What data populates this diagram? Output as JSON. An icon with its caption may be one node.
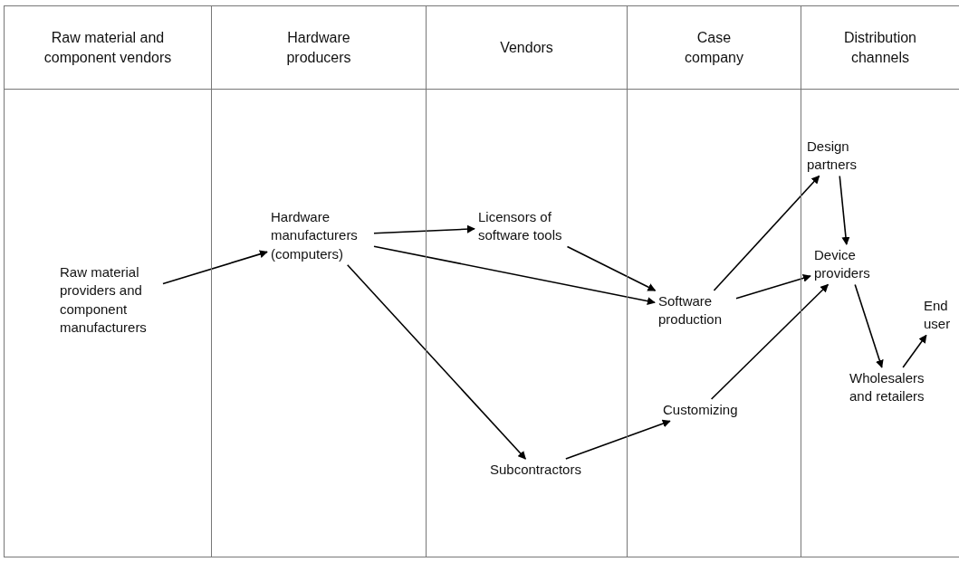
{
  "diagram": {
    "nodes": [
      {
        "text": [
          "Raw material and component vendors"
        ]
      },
      {
        "text": [
          "Raw material providers and component manufacturers"
        ],
        "in": 0
      },
      {
        "text": [
          "Hardware producers"
        ]
      },
      {
        "text": [
          "Hardware manufacturers (computers)"
        ],
        "in": 2
      },
      {
        "text": [
          "Vendors"
        ]
      },
      {
        "text": [
          "Licensors of software tools"
        ],
        "in": 4
      },
      {
        "text": [
          "Subcontractors"
        ],
        "in": 4
      },
      {
        "text": [
          "Case company"
        ]
      },
      {
        "text": [
          "Software production"
        ],
        "in": 7
      },
      {
        "text": [
          "Customizing"
        ],
        "in": 7
      },
      {
        "text": [
          "Distribution channels"
        ]
      },
      {
        "text": [
          "Design partners"
        ],
        "in": 10
      },
      {
        "text": [
          "Device providers"
        ],
        "in": 10
      },
      {
        "text": [
          "End user"
        ],
        "in": 10
      },
      {
        "text": [
          "Wholesalers and retailers"
        ],
        "in": 10
      }
    ],
    "edges": [
      {
        "from": 1,
        "to": 3,
        "arrow": "to"
      },
      {
        "from": 3,
        "to": 5,
        "arrow": "to"
      },
      {
        "from": 3,
        "to": 8,
        "arrow": "to"
      },
      {
        "from": 3,
        "to": 6,
        "arrow": "to"
      },
      {
        "from": 5,
        "to": 8,
        "arrow": "to"
      },
      {
        "from": 6,
        "to": 9,
        "arrow": "to"
      },
      {
        "from": 8,
        "to": 11,
        "arrow": "to"
      },
      {
        "from": 8,
        "to": 12,
        "arrow": "to"
      },
      {
        "from": 9,
        "to": 12,
        "arrow": "to"
      },
      {
        "from": 11,
        "to": 12,
        "arrow": "to"
      },
      {
        "from": 12,
        "to": 14,
        "arrow": "to"
      },
      {
        "from": 14,
        "to": 13,
        "arrow": "to"
      }
    ]
  }
}
